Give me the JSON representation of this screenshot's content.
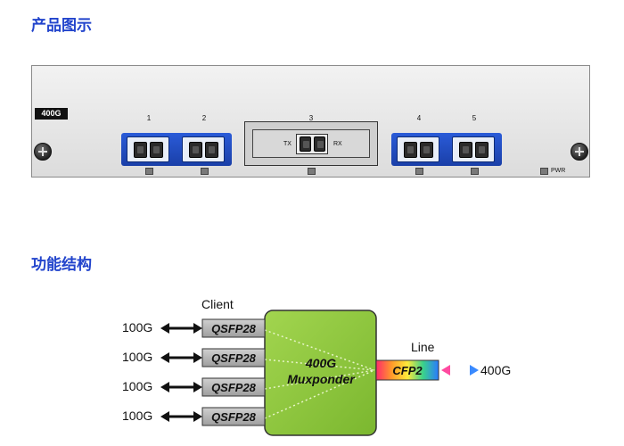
{
  "sections": {
    "product_title": "产品图示",
    "function_title": "功能结构"
  },
  "module": {
    "model_label": "400G",
    "ports": [
      {
        "num": "1"
      },
      {
        "num": "2"
      },
      {
        "num": "3",
        "tx": "TX",
        "rx": "RX"
      },
      {
        "num": "4"
      },
      {
        "num": "5"
      }
    ],
    "pwr_label": "PWR",
    "colors": {
      "port_blue": "#2152cf",
      "led_gray": "#7a7a7a"
    },
    "icons": [
      "screw-icon",
      "lc-connector-icon",
      "led-indicator-icon"
    ]
  },
  "diagram": {
    "client_label": "Client",
    "line_label": "Line",
    "client_rates": [
      "100G",
      "100G",
      "100G",
      "100G"
    ],
    "client_module": "QSFP28",
    "mux_line1": "400G",
    "mux_line2": "Muxponder",
    "line_module": "CFP2",
    "line_rate": "400G",
    "colors": {
      "mux_green": "#8cc63f",
      "qsfp_gray": "#b5b5b5"
    }
  }
}
